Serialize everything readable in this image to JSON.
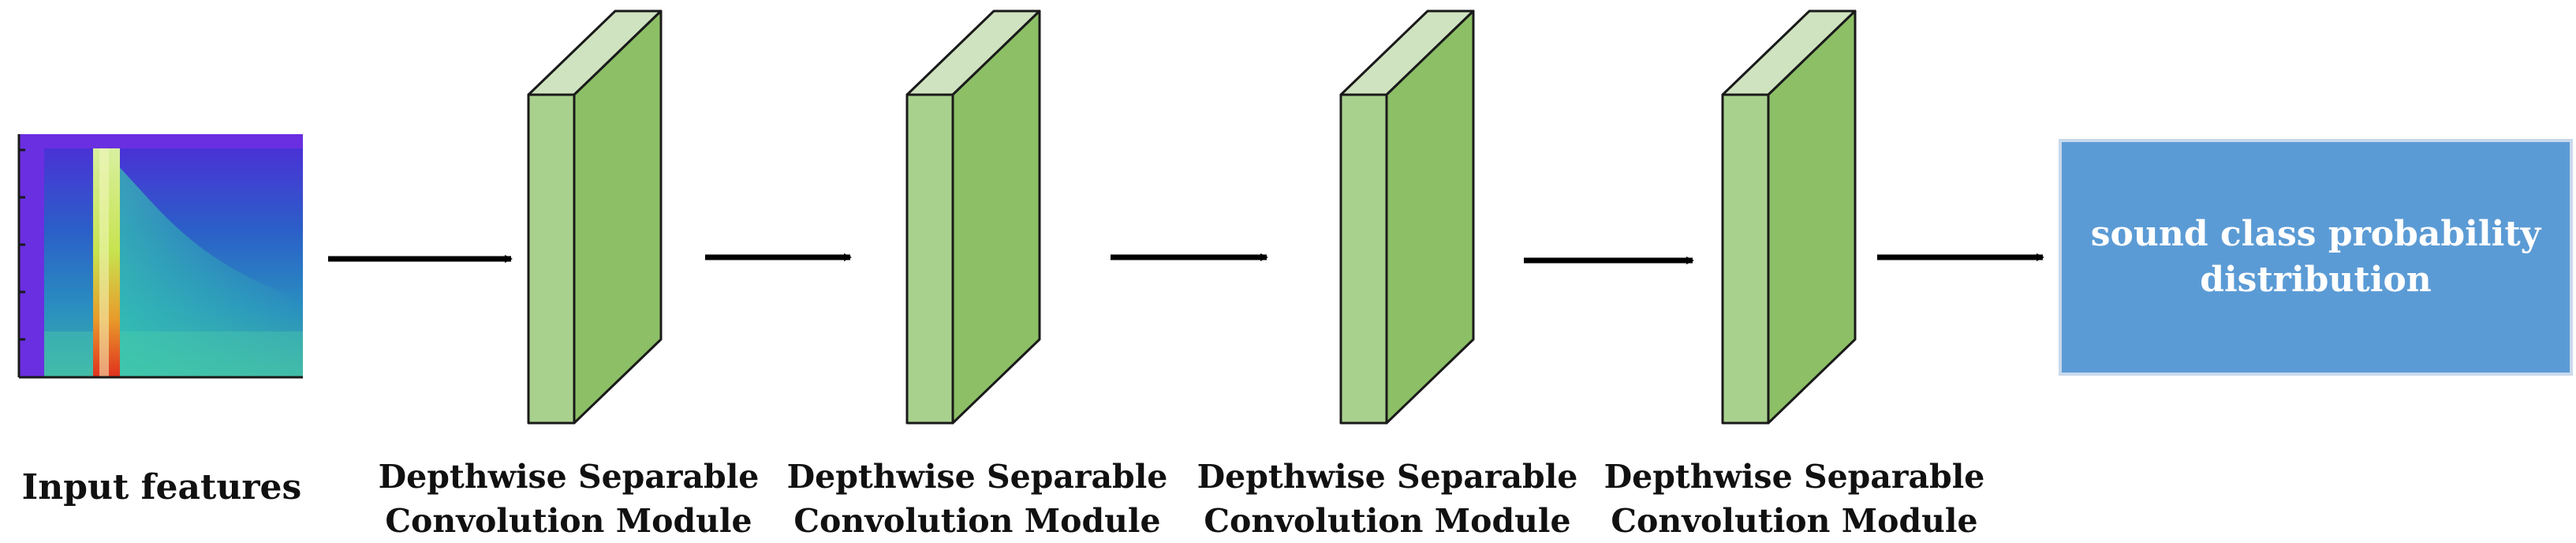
{
  "input": {
    "label": "Input features"
  },
  "modules": [
    {
      "line1": "Depthwise Separable",
      "line2": "Convolution Module"
    },
    {
      "line1": "Depthwise Separable",
      "line2": "Convolution Module"
    },
    {
      "line1": "Depthwise Separable",
      "line2": "Convolution Module"
    },
    {
      "line1": "Depthwise Separable",
      "line2": "Convolution Module"
    }
  ],
  "output": {
    "text": "sound class probability distribution"
  },
  "colors": {
    "block_front": "#a9d18e",
    "block_top": "#cfe3c0",
    "block_side": "#8cbf66",
    "output_box": "#5b9bd5",
    "arrow": "#000000"
  }
}
